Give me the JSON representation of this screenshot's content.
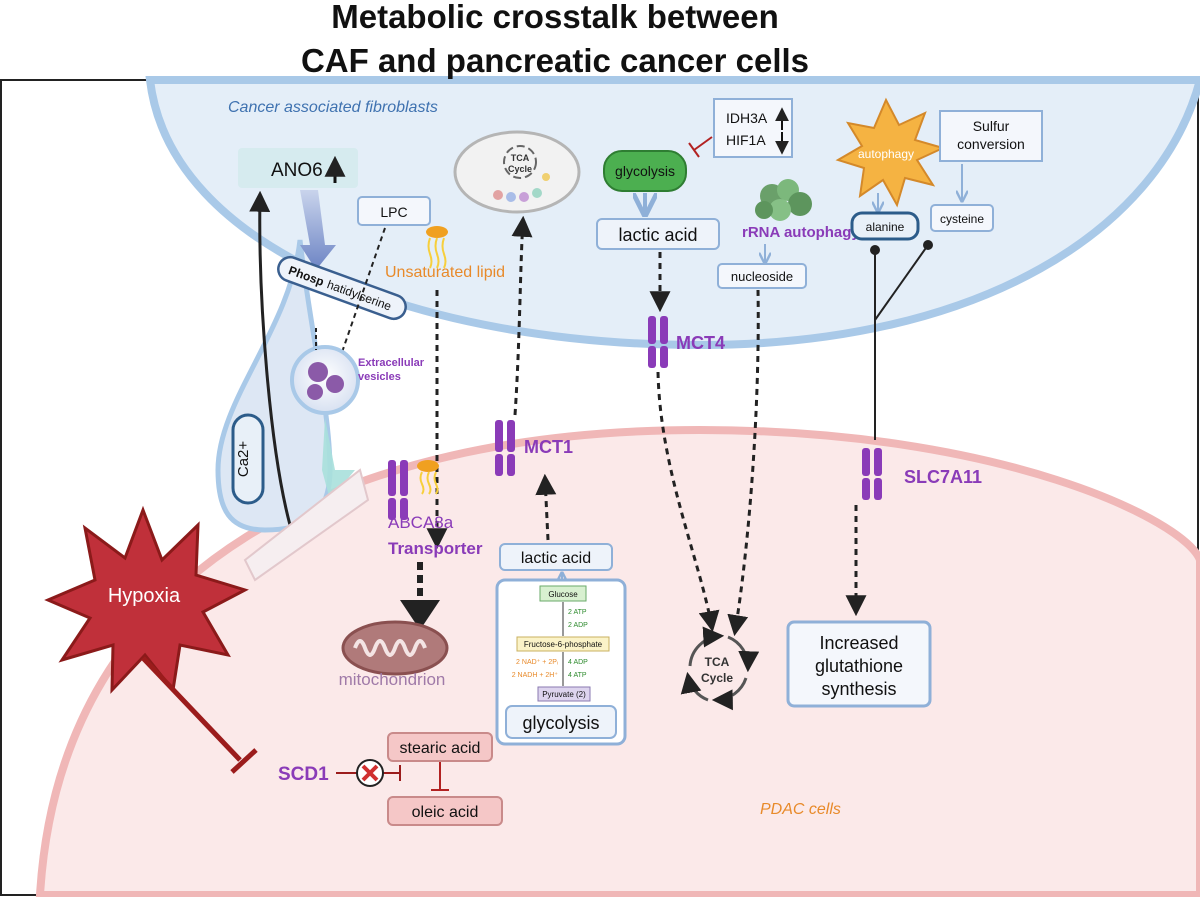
{
  "title": {
    "line1": "Metabolic crosstalk between",
    "line2": "CAF and pancreatic cancer cells"
  },
  "regions": {
    "caf_label": "Cancer associated fibroblasts",
    "pdac_label": "PDAC cells"
  },
  "caf": {
    "ano6": "ANO6",
    "ca2": "Ca2+",
    "lpc": "LPC",
    "phosphatidylserine_a": "Phosp",
    "phosphatidylserine_b": "hatidylserine",
    "unsaturated_lipid": "Unsaturated lipid",
    "extracellular_vesicles_1": "Extracellular",
    "extracellular_vesicles_2": "vesicles",
    "tca": "TCA",
    "tca_cycle": "Cycle",
    "idh3a": "IDH3A",
    "hif1a": "HIF1A",
    "glycolysis": "glycolysis",
    "lactic_acid": "lactic acid",
    "rrna_autophagy": "rRNA autophagy",
    "nucleoside": "nucleoside",
    "autophagy": "autophagy",
    "sulfur_1": "Sulfur",
    "sulfur_2": "conversion",
    "alanine": "alanine",
    "cysteine": "cysteine",
    "mct4": "MCT4"
  },
  "pdac": {
    "mct1": "MCT1",
    "abca8a": "ABCA8a",
    "transporter": "Transporter",
    "mitochondrion": "mitochondrion",
    "lactic_acid": "lactic acid",
    "glucose": "Glucose",
    "atp2": "2 ATP",
    "adp2": "2 ADP",
    "f6p": "Fructose-6-phosphate",
    "nad": "2 NAD⁺ + 2Pᵢ",
    "adp4": "4 ADP",
    "nadh": "2 NADH + 2H⁺",
    "atp4": "4 ATP",
    "pyruvate": "Pyruvate (2)",
    "glycolysis": "glycolysis",
    "tca": "TCA",
    "tca_cycle": "Cycle",
    "slc7a11": "SLC7A11",
    "glutathione_1": "Increased",
    "glutathione_2": "glutathione",
    "glutathione_3": "synthesis",
    "hypoxia": "Hypoxia",
    "scd1": "SCD1",
    "stearic": "stearic acid",
    "oleic": "oleic acid"
  },
  "colors": {
    "caf_fill": "#e4eef8",
    "caf_stroke": "#a9c9e8",
    "pdac_fill": "#fbe9e9",
    "pdac_stroke": "#f0b7b7",
    "purple": "#8a3bb8",
    "orange": "#e88a2a",
    "dark_red": "#9b1c1c",
    "hypoxia_red": "#c0303a",
    "box_stroke": "#8fb0d8",
    "green": "#4caf50"
  }
}
